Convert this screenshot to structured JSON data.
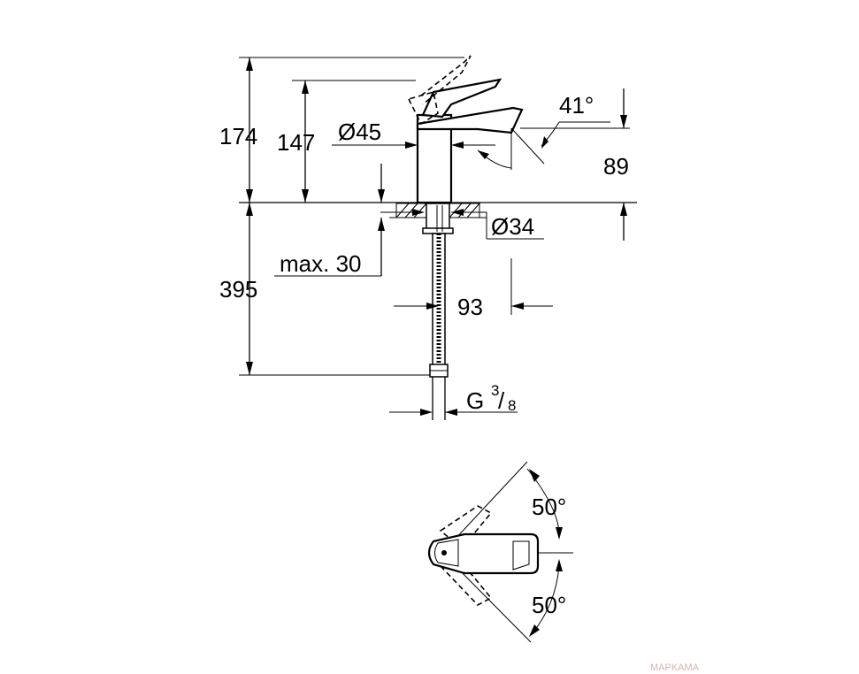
{
  "diagram": {
    "side_view": {
      "dim_total_height": "174",
      "dim_spout_height": "147",
      "dim_body_diameter": "Ø45",
      "dim_spout_angle": "41°",
      "dim_outlet_height": "89",
      "dim_hole_diameter": "Ø34",
      "dim_counter_thickness": "max. 30",
      "dim_hose_length": "395",
      "dim_projection": "93",
      "dim_thread_main": "G",
      "dim_thread_num": "3",
      "dim_thread_slash": "/",
      "dim_thread_den": "8"
    },
    "top_view": {
      "dim_angle_upper": "50°",
      "dim_angle_lower": "50°"
    },
    "watermark": "MAPKAMA"
  }
}
